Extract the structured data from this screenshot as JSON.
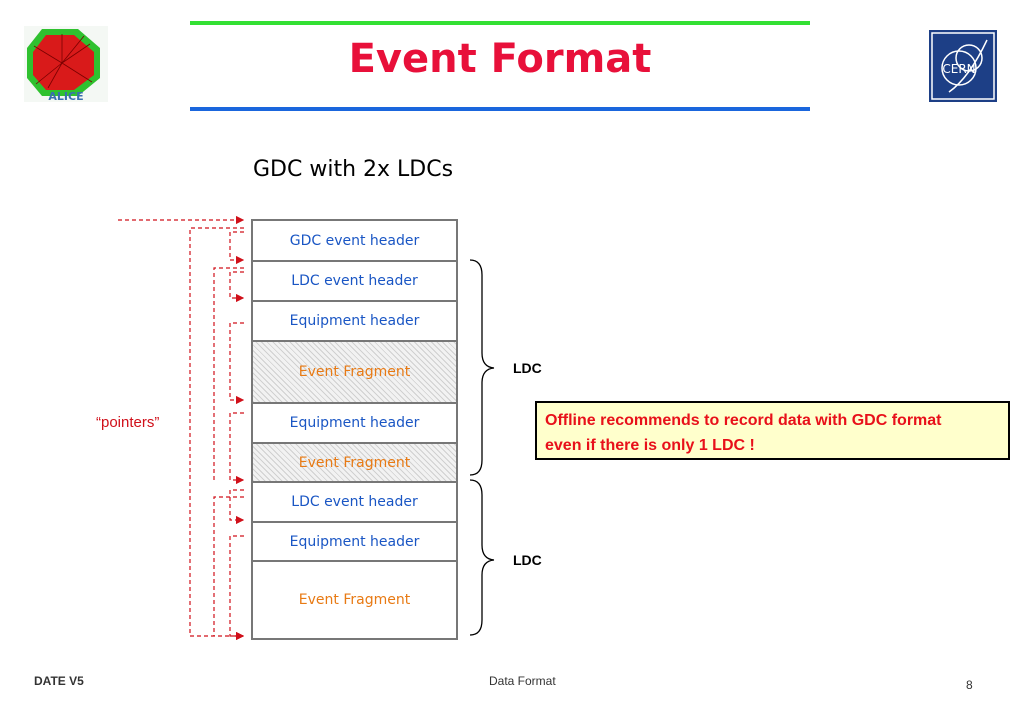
{
  "title": "Event Format",
  "subtitle": "GDC with 2x LDCs",
  "logos": {
    "left": "alice-logo",
    "left_text": "ALICE",
    "right": "cern-logo",
    "right_text": "CERN"
  },
  "stack": [
    {
      "label": "GDC event header",
      "kind": "header"
    },
    {
      "label": "LDC event header",
      "kind": "header"
    },
    {
      "label": "Equipment header",
      "kind": "header"
    },
    {
      "label": "Event Fragment",
      "kind": "fragment"
    },
    {
      "label": "Equipment header",
      "kind": "header"
    },
    {
      "label": "Event Fragment",
      "kind": "fragment"
    },
    {
      "label": "LDC event header",
      "kind": "header"
    },
    {
      "label": "Equipment header",
      "kind": "header"
    },
    {
      "label": "Event Fragment",
      "kind": "fragment"
    }
  ],
  "pointers_label": "“pointers”",
  "brace_labels": [
    "LDC",
    "LDC"
  ],
  "note": {
    "line1": "Offline recommends to record data with GDC format",
    "line2": "even if there is only 1 LDC !"
  },
  "footer": {
    "left": "DATE V5",
    "center": "Data Format",
    "page": "8"
  },
  "colors": {
    "title": "#e8103a",
    "header_text": "#1a56c4",
    "fragment_text": "#e87a14",
    "arrows": "#d0101a",
    "note_bg": "#ffffcc",
    "rule_green": "#33e033",
    "rule_blue": "#1a66dd"
  }
}
